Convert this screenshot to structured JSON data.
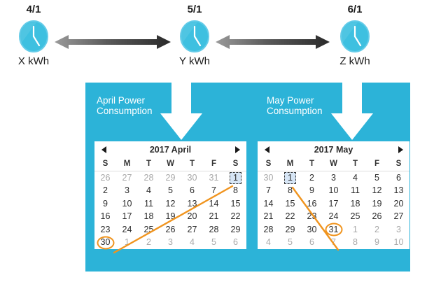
{
  "timeline": {
    "nodes": [
      {
        "date": "4/1",
        "icon": "clock-icon",
        "value": "X kWh"
      },
      {
        "date": "5/1",
        "icon": "clock-icon",
        "value": "Y kWh"
      },
      {
        "date": "6/1",
        "icon": "clock-icon",
        "value": "Z kWh"
      }
    ],
    "arrows": [
      {
        "name": "double-arrow-april",
        "direction": "both"
      },
      {
        "name": "double-arrow-may",
        "direction": "both"
      }
    ]
  },
  "panel": {
    "background_color": "#2cb3d8",
    "labels": [
      {
        "text": "April Power\nConsumption"
      },
      {
        "text": "May Power\nConsumption"
      }
    ]
  },
  "calendars": [
    {
      "id": "april",
      "title": "2017 April",
      "prev_label": "◄",
      "next_label": "►",
      "weekdays": [
        "S",
        "M",
        "T",
        "W",
        "T",
        "F",
        "S"
      ],
      "weeks": [
        [
          {
            "d": "26",
            "other": true
          },
          {
            "d": "27",
            "other": true
          },
          {
            "d": "28",
            "other": true
          },
          {
            "d": "29",
            "other": true
          },
          {
            "d": "30",
            "other": true
          },
          {
            "d": "31",
            "other": true
          },
          {
            "d": "1",
            "other": false,
            "selected": true
          }
        ],
        [
          {
            "d": "2"
          },
          {
            "d": "3"
          },
          {
            "d": "4"
          },
          {
            "d": "5"
          },
          {
            "d": "6"
          },
          {
            "d": "7"
          },
          {
            "d": "8"
          }
        ],
        [
          {
            "d": "9"
          },
          {
            "d": "10"
          },
          {
            "d": "11"
          },
          {
            "d": "12"
          },
          {
            "d": "13"
          },
          {
            "d": "14"
          },
          {
            "d": "15"
          }
        ],
        [
          {
            "d": "16"
          },
          {
            "d": "17"
          },
          {
            "d": "18"
          },
          {
            "d": "19"
          },
          {
            "d": "20"
          },
          {
            "d": "21"
          },
          {
            "d": "22"
          }
        ],
        [
          {
            "d": "23"
          },
          {
            "d": "24"
          },
          {
            "d": "25"
          },
          {
            "d": "26"
          },
          {
            "d": "27"
          },
          {
            "d": "28"
          },
          {
            "d": "29"
          }
        ],
        [
          {
            "d": "30",
            "circled": true
          },
          {
            "d": "1",
            "other": true
          },
          {
            "d": "2",
            "other": true
          },
          {
            "d": "3",
            "other": true
          },
          {
            "d": "4",
            "other": true
          },
          {
            "d": "5",
            "other": true
          },
          {
            "d": "6",
            "other": true
          }
        ]
      ]
    },
    {
      "id": "may",
      "title": "2017 May",
      "prev_label": "◄",
      "next_label": "►",
      "weekdays": [
        "S",
        "M",
        "T",
        "W",
        "T",
        "F",
        "S"
      ],
      "weeks": [
        [
          {
            "d": "30",
            "other": true
          },
          {
            "d": "1",
            "selected": true
          },
          {
            "d": "2"
          },
          {
            "d": "3"
          },
          {
            "d": "4"
          },
          {
            "d": "5"
          },
          {
            "d": "6"
          }
        ],
        [
          {
            "d": "7"
          },
          {
            "d": "8"
          },
          {
            "d": "9"
          },
          {
            "d": "10"
          },
          {
            "d": "11"
          },
          {
            "d": "12"
          },
          {
            "d": "13"
          }
        ],
        [
          {
            "d": "14"
          },
          {
            "d": "15"
          },
          {
            "d": "16"
          },
          {
            "d": "17"
          },
          {
            "d": "18"
          },
          {
            "d": "19"
          },
          {
            "d": "20"
          }
        ],
        [
          {
            "d": "21"
          },
          {
            "d": "22"
          },
          {
            "d": "23"
          },
          {
            "d": "24"
          },
          {
            "d": "25"
          },
          {
            "d": "26"
          },
          {
            "d": "27"
          }
        ],
        [
          {
            "d": "28"
          },
          {
            "d": "29"
          },
          {
            "d": "30"
          },
          {
            "d": "31",
            "circled": true
          },
          {
            "d": "1",
            "other": true
          },
          {
            "d": "2",
            "other": true
          },
          {
            "d": "3",
            "other": true
          }
        ],
        [
          {
            "d": "4",
            "other": true
          },
          {
            "d": "5",
            "other": true
          },
          {
            "d": "6",
            "other": true
          },
          {
            "d": "7",
            "other": true
          },
          {
            "d": "8",
            "other": true
          },
          {
            "d": "9",
            "other": true
          },
          {
            "d": "10",
            "other": true
          }
        ]
      ]
    }
  ],
  "colors": {
    "accent_cyan": "#2cb3d8",
    "clock_face": "#3ec0e0",
    "highlight_orange": "#f0941e",
    "selected_cell": "#d6e5f5",
    "day_text": "#2b2b2b",
    "other_month_text": "#a8a8a8"
  }
}
